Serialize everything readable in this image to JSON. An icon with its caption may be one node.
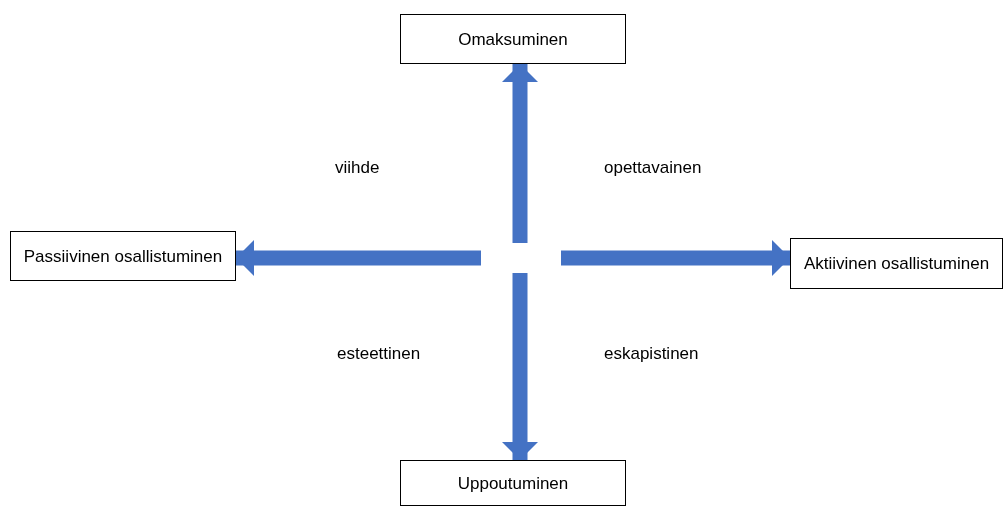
{
  "diagram": {
    "nodes": [
      {
        "text": [
          "Omaksuminen"
        ]
      },
      {
        "text": [
          "Passiivinen osallistuminen"
        ]
      },
      {
        "text": [
          "Aktiivinen osallistuminen"
        ]
      },
      {
        "text": [
          "Uppoutuminen"
        ]
      }
    ],
    "edges": [
      {
        "from": null,
        "to": 0,
        "arrow": "to"
      },
      {
        "from": null,
        "to": 1,
        "arrow": "to"
      },
      {
        "from": null,
        "to": 2,
        "arrow": "to"
      },
      {
        "from": null,
        "to": 3,
        "arrow": "to"
      }
    ],
    "labels": [
      "viihde",
      "opettavainen",
      "esteettinen",
      "eskapistinen"
    ]
  }
}
